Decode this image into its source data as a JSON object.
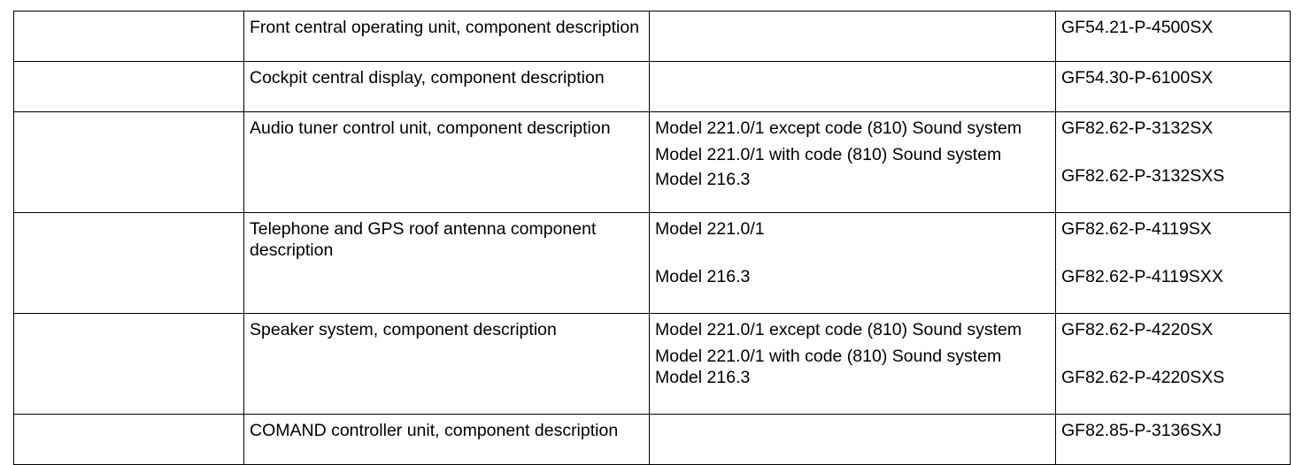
{
  "rows": [
    {
      "col_a": "",
      "description": "Front central operating unit, component description",
      "model_lines": [],
      "doc_refs": [
        "GF54.21-P-4500SX"
      ]
    },
    {
      "col_a": "",
      "description": "Cockpit central display, component description",
      "model_lines": [],
      "doc_refs": [
        "GF54.30-P-6100SX"
      ]
    },
    {
      "col_a": "",
      "description": "Audio tuner control unit, component description",
      "model_lines": [
        "Model 221.0/1 except code (810) Sound system",
        "Model 221.0/1 with code (810) Sound system",
        "Model 216.3"
      ],
      "doc_refs": [
        "GF82.62-P-3132SX",
        "GF82.62-P-3132SXS"
      ]
    },
    {
      "col_a": "",
      "description": "Telephone and GPS roof antenna component description",
      "model_lines": [
        "Model 221.0/1",
        "Model 216.3"
      ],
      "doc_refs": [
        "GF82.62-P-4119SX",
        "GF82.62-P-4119SXX"
      ]
    },
    {
      "col_a": "",
      "description": "Speaker system, component description",
      "model_lines": [
        "Model 221.0/1 except code (810) Sound system",
        "Model 221.0/1 with code (810) Sound system",
        "Model 216.3"
      ],
      "doc_refs": [
        "GF82.62-P-4220SX",
        "GF82.62-P-4220SXS"
      ]
    },
    {
      "col_a": "",
      "description": "COMAND controller unit, component description",
      "model_lines": [],
      "doc_refs": [
        "GF82.85-P-3136SXJ"
      ]
    }
  ]
}
